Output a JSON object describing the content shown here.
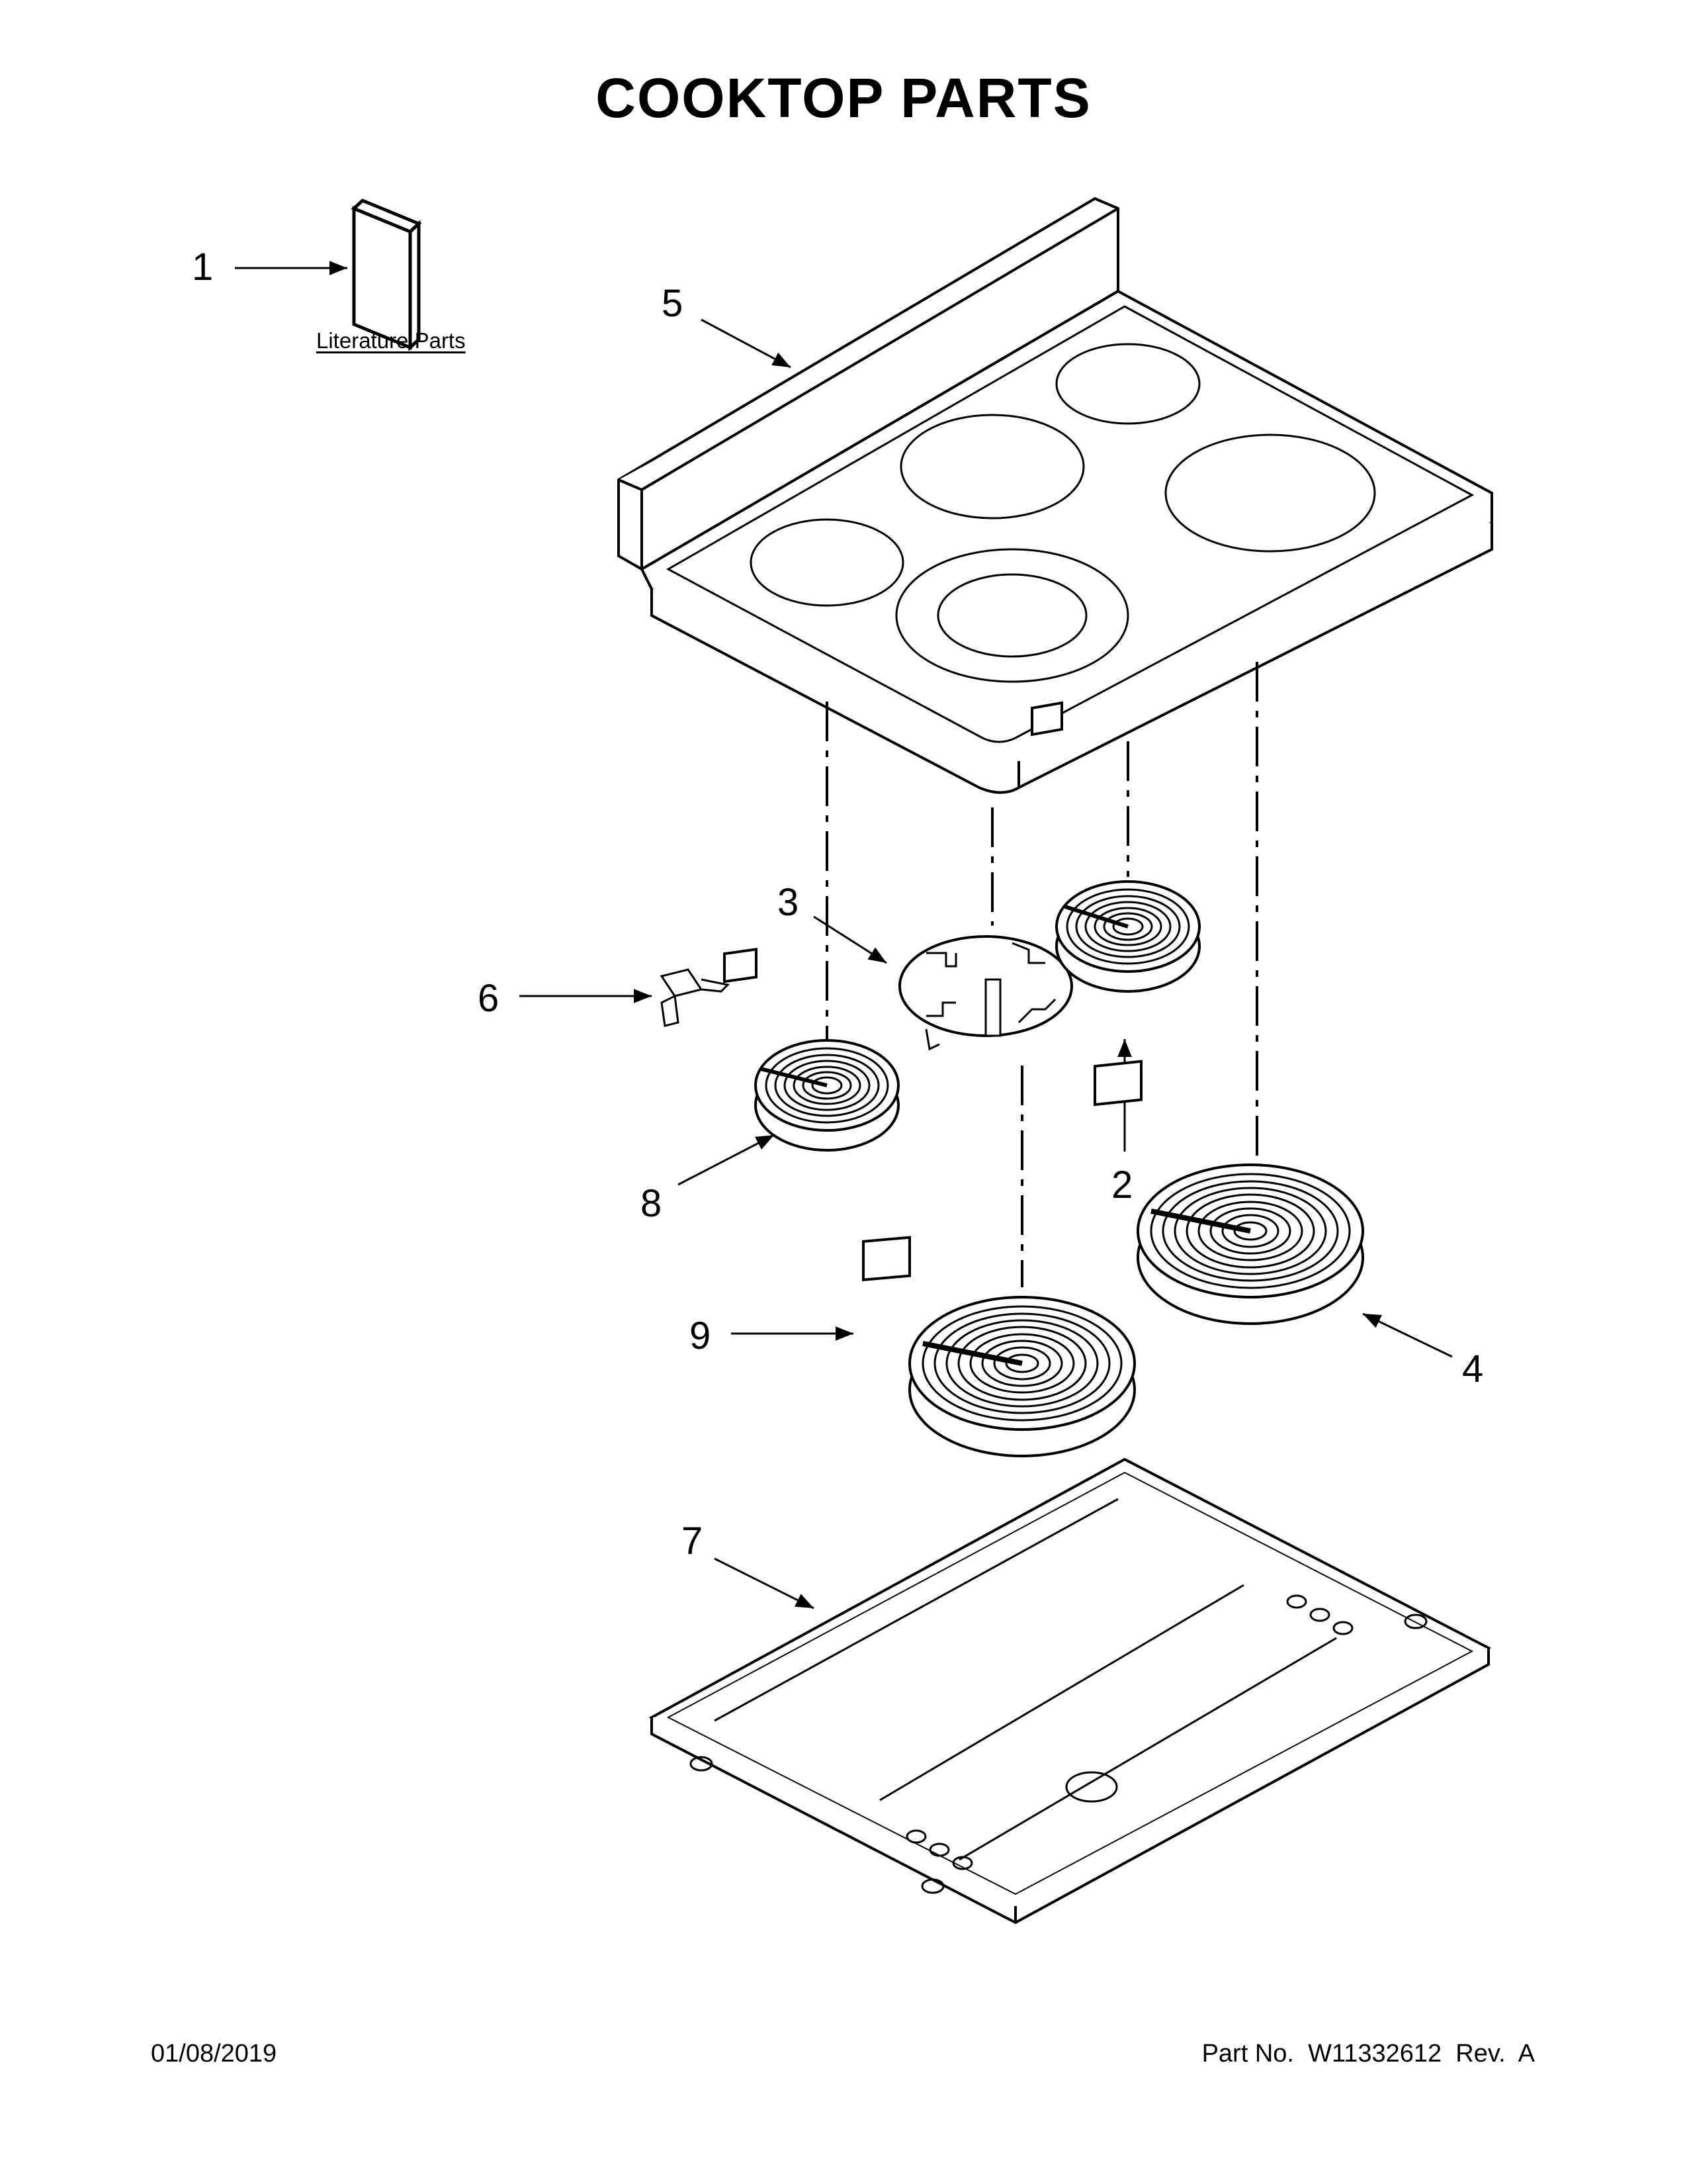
{
  "title": "COOKTOP PARTS",
  "literature_label": "Literature Parts",
  "callouts": {
    "c1": "1",
    "c2": "2",
    "c3": "3",
    "c4": "4",
    "c5": "5",
    "c6": "6",
    "c7": "7",
    "c8": "8",
    "c9": "9"
  },
  "footer": {
    "date": "01/08/2019",
    "part_line": "Part No.  W11332612  Rev.  A"
  }
}
